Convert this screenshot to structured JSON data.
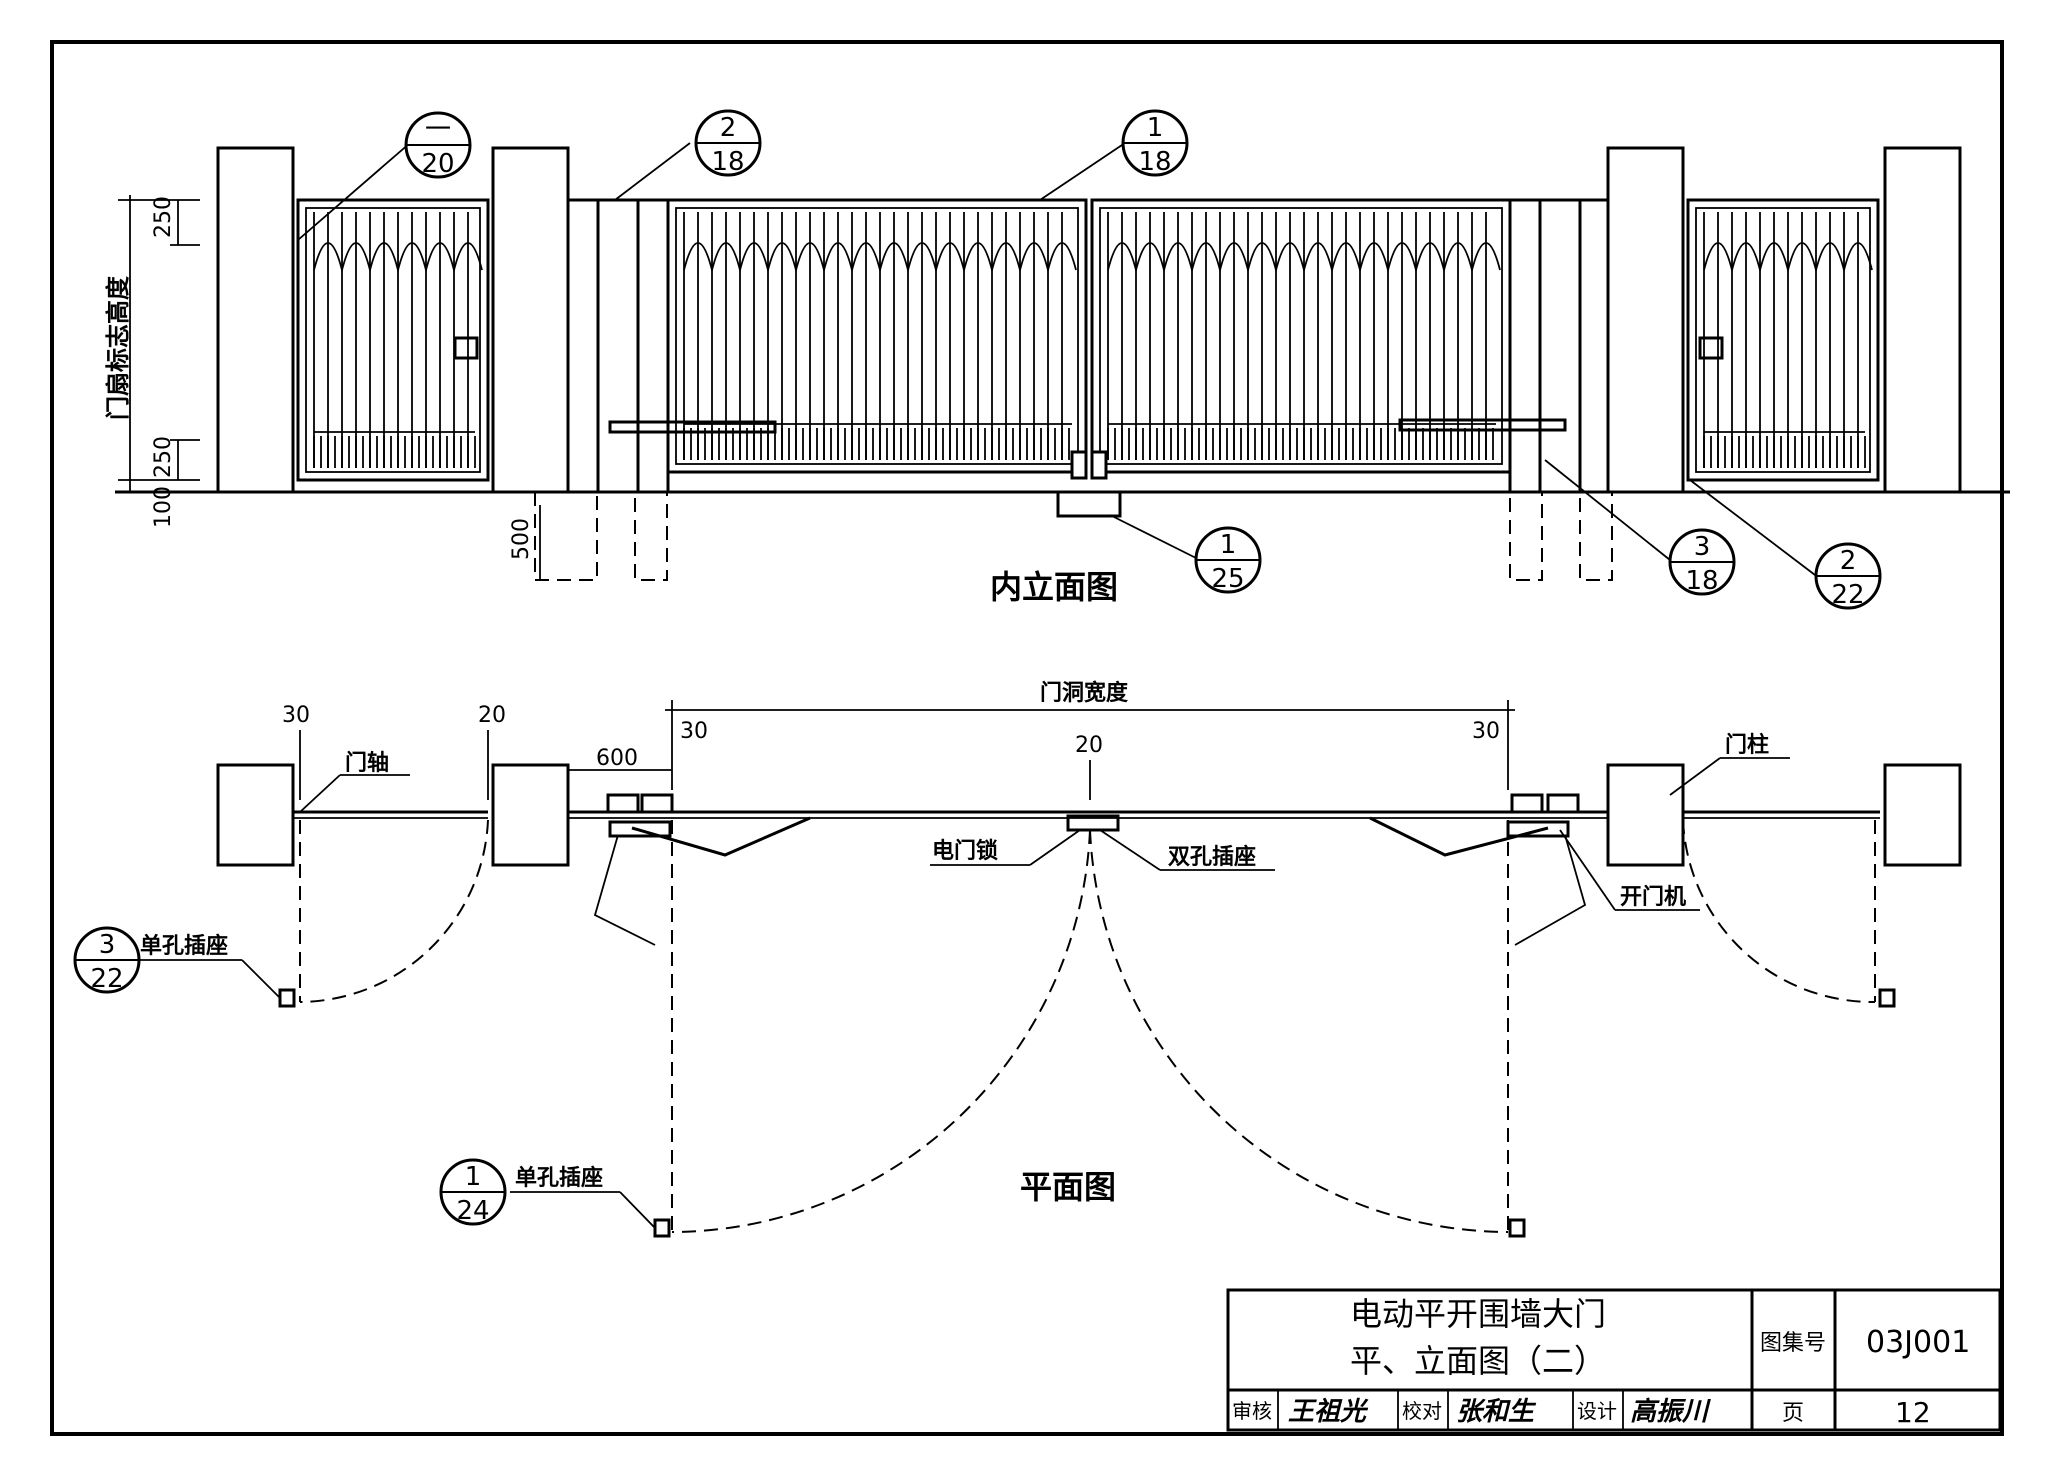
{
  "drawing": {
    "elevation_title": "内立面图",
    "plan_title": "平面图",
    "vertical_label": "门扇标志高度",
    "dims_elevation": {
      "top": "250",
      "bottom": "250",
      "base": "100",
      "footing": "500"
    },
    "dims_plan": {
      "left_gap": "30",
      "pier_gap": "20",
      "opener": "600",
      "opening_left": "30",
      "opening_right": "30",
      "center_gap": "20",
      "opening_width": "门洞宽度"
    },
    "labels": {
      "door_axis": "门轴",
      "door_post": "门柱",
      "electric_lock": "电门锁",
      "double_socket": "双孔插座",
      "opener": "开门机",
      "single_socket_1": "单孔插座",
      "single_socket_2": "单孔插座"
    },
    "callouts": [
      {
        "top": "一",
        "bottom": "20"
      },
      {
        "top": "2",
        "bottom": "18"
      },
      {
        "top": "1",
        "bottom": "18"
      },
      {
        "top": "1",
        "bottom": "25"
      },
      {
        "top": "3",
        "bottom": "18"
      },
      {
        "top": "2",
        "bottom": "22"
      },
      {
        "top": "3",
        "bottom": "22"
      },
      {
        "top": "1",
        "bottom": "24"
      }
    ]
  },
  "title_block": {
    "title_line1": "电动平开围墙大门",
    "title_line2": "平、立面图（二）",
    "atlas_label": "图集号",
    "atlas_no": "03J001",
    "review_label": "审核",
    "review_sign": "王祖光",
    "check_label": "校对",
    "check_sign": "张和生",
    "design_label": "设计",
    "design_sign": "高振川",
    "page_label": "页",
    "page_no": "12"
  }
}
